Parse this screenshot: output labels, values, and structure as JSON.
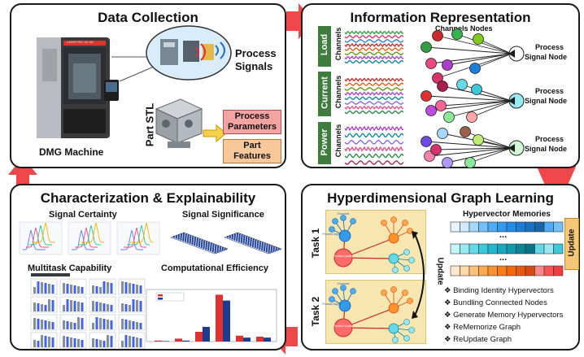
{
  "data_collection": {
    "title": "Data Collection",
    "process_signals": [
      "Process",
      "Signals"
    ],
    "machine_label": "DMG Machine",
    "part_stl": "Part STL",
    "process_parameters": [
      "Process",
      "Parameters"
    ],
    "part_features": [
      "Part",
      "Features"
    ],
    "machine_brand": "LASERTEC 65 3D"
  },
  "information_representation": {
    "title": "Information Representation",
    "channels_nodes": "Channels Nodes",
    "groups": [
      {
        "name": "Load",
        "sub": "Channels",
        "process_node": [
          "Process",
          "Signal Node"
        ]
      },
      {
        "name": "Current",
        "sub": "Channels",
        "process_node": [
          "Process",
          "Signal Node"
        ]
      },
      {
        "name": "Power",
        "sub": "Channels",
        "process_node": [
          "Process",
          "Signal Node"
        ]
      }
    ]
  },
  "characterization": {
    "title": "Characterization & Explainability",
    "signal_certainty": "Signal Certainty",
    "signal_significance": "Signal Significance",
    "multitask_capability": "Multitask Capability",
    "computational_efficiency": "Computational Efficiency"
  },
  "hyperdimensional": {
    "title": "Hyperdimensional Graph Learning",
    "task1": "Task 1",
    "task2": "Task 2",
    "update_arrow": "Update",
    "hypervector_memories": "Hypervector Memories",
    "update_box": "Update",
    "ellipsis": "...",
    "graph_labels": {
      "channels": "Channels",
      "process_signal": "Process Signal",
      "feature": "Position Quality"
    },
    "steps": [
      "Binding Identity Hypervectors",
      "Bundling Connected Nodes",
      "Generate Memory Hypervectors",
      "ReMemorize Graph",
      "ReUpdate Graph"
    ],
    "bullet": "❖"
  },
  "colors": {
    "arrow_red": "#f0484a",
    "pink_box": "#f4a3a3",
    "orange_box": "#f8c79a",
    "green_tag": "#3f7d3f",
    "task_bg": "#f7e6b0",
    "update_tag": "#f5c878"
  }
}
